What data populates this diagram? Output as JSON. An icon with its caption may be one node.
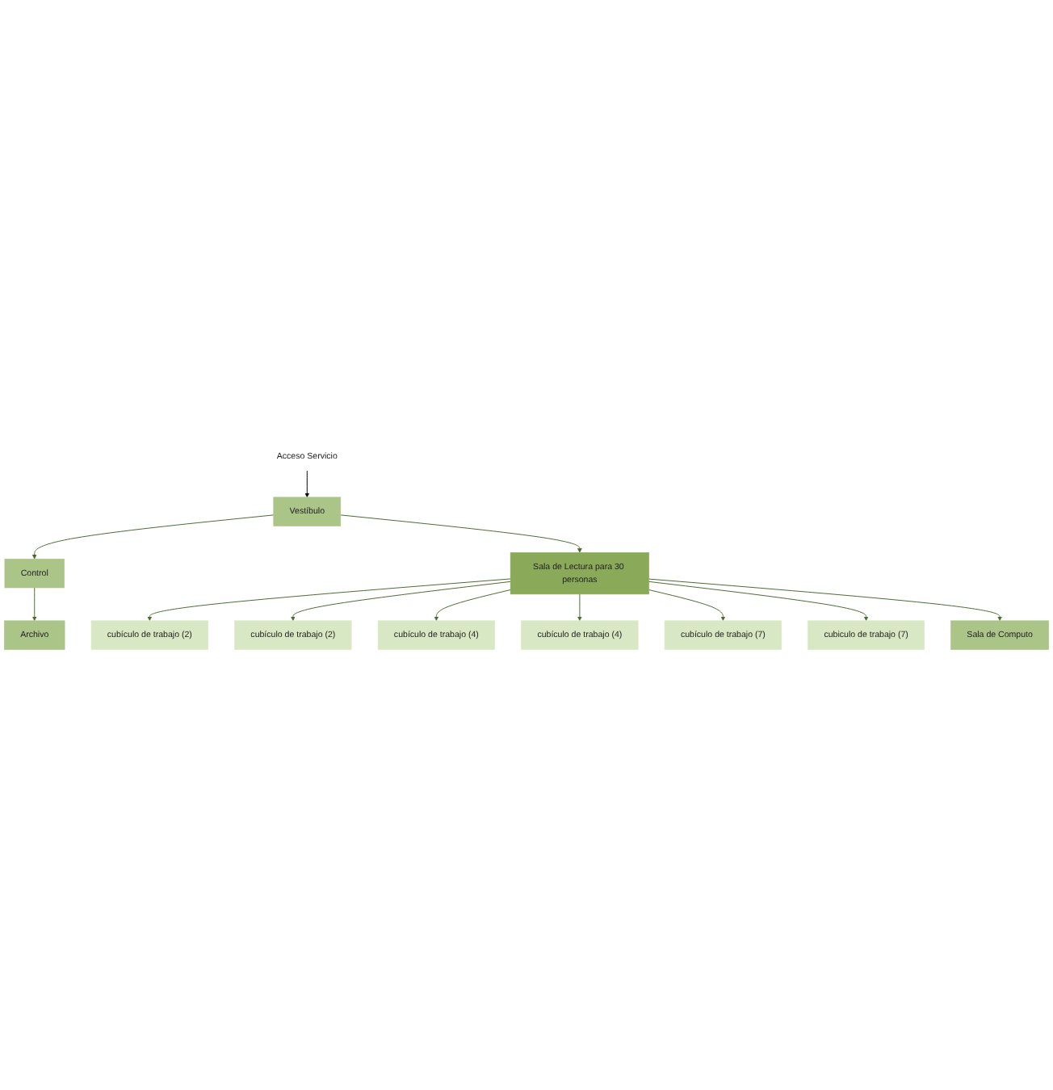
{
  "diagram": {
    "nodes": [
      {
        "text": [
          "Archivo"
        ]
      },
      {
        "text": [
          "Control"
        ]
      },
      {
        "text": [
          "Vestíbulo"
        ]
      },
      {
        "text": [
          "Acceso Servicio"
        ]
      },
      {
        "text": [
          "Sala de Lectura para 30 personas"
        ]
      },
      {
        "text": [
          "cubículo de trabajo (2)"
        ]
      },
      {
        "text": [
          "cubículo de trabajo (2)"
        ]
      },
      {
        "text": [
          "cubículo de trabajo (4)"
        ]
      },
      {
        "text": [
          "cubículo de trabajo (4)"
        ]
      },
      {
        "text": [
          "cubículo de trabajo (7)"
        ]
      },
      {
        "text": [
          "cubiculo de trabajo (7)"
        ]
      },
      {
        "text": [
          "Sala de Computo"
        ]
      }
    ],
    "edges": [
      {
        "from": 2,
        "to": 1,
        "arrow": "to"
      },
      {
        "from": 1,
        "to": 0,
        "arrow": "to"
      },
      {
        "from": 3,
        "to": 2,
        "arrow": "to",
        "color": "#000000"
      },
      {
        "from": 2,
        "to": 4,
        "arrow": "to"
      },
      {
        "from": 4,
        "to": 5,
        "arrow": "to"
      },
      {
        "from": 4,
        "to": 6,
        "arrow": "to"
      },
      {
        "from": 4,
        "to": 7,
        "arrow": "to"
      },
      {
        "from": 4,
        "to": 8,
        "arrow": "to"
      },
      {
        "from": 4,
        "to": 9,
        "arrow": "to"
      },
      {
        "from": 4,
        "to": 10,
        "arrow": "to"
      },
      {
        "from": 4,
        "to": 11,
        "arrow": "to"
      }
    ]
  }
}
